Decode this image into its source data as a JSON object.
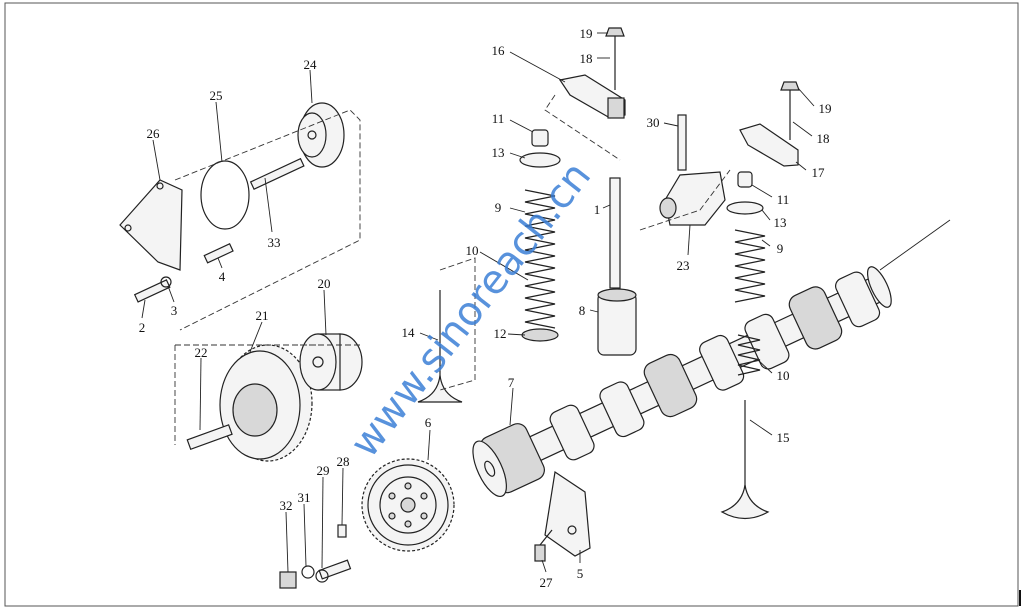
{
  "diagram": {
    "title": "Camshaft and valve train exploded view",
    "watermark": "www.sinoreach.cn",
    "part_labels": [
      "19",
      "18",
      "16",
      "11",
      "13",
      "9",
      "10",
      "12",
      "14",
      "1",
      "8",
      "30",
      "23",
      "19",
      "18",
      "17",
      "11",
      "13",
      "9",
      "10",
      "15",
      "7",
      "6",
      "24",
      "25",
      "26",
      "33",
      "4",
      "3",
      "2",
      "20",
      "21",
      "22",
      "28",
      "29",
      "31",
      "32",
      "27",
      "5"
    ],
    "colors": {
      "line": "#222222",
      "watermark": "#3b7fd6"
    }
  }
}
